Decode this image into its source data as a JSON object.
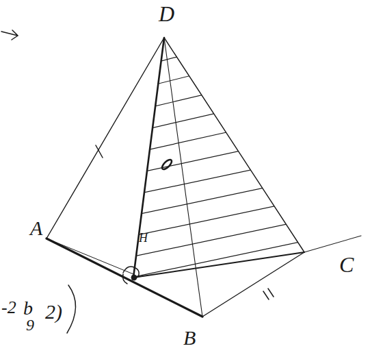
{
  "diagram": {
    "labels": [
      "D",
      "A",
      "C",
      "B",
      "H",
      "-2",
      "b",
      "9",
      "2)"
    ]
  }
}
